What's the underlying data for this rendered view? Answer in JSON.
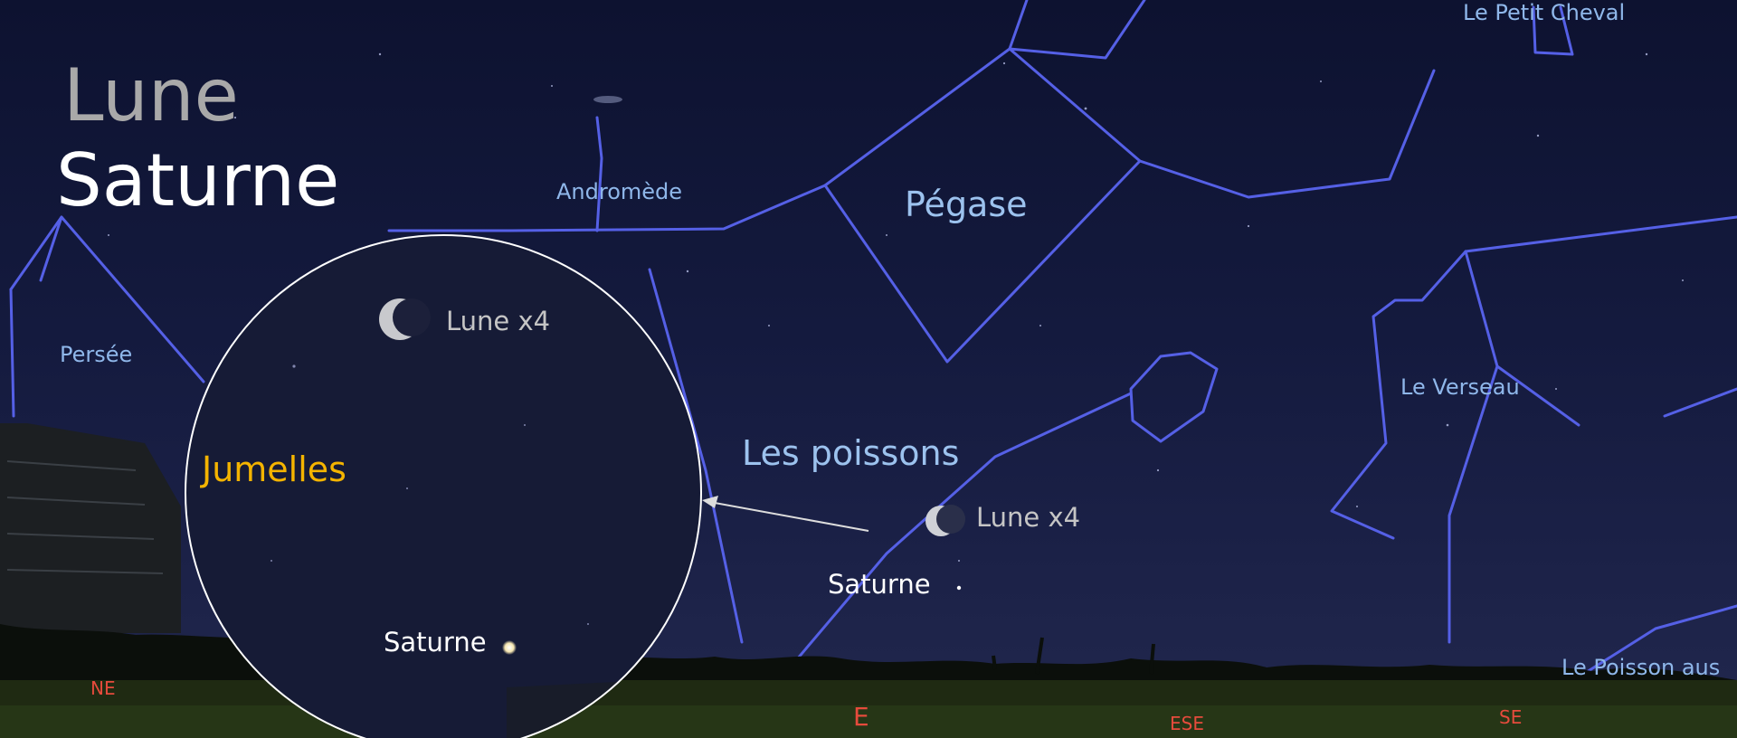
{
  "title": {
    "line1": "Lune",
    "line2": "Saturne"
  },
  "constellations": {
    "andromeda": "Andromède",
    "pegasus": "Pégase",
    "perseus": "Persée",
    "pisces": "Les poissons",
    "aquarius": "Le Verseau",
    "equuleus": "Le Petit Cheval",
    "piscis_austrinus": "Le Poisson aus"
  },
  "cardinals": {
    "ne": "NE",
    "e": "E",
    "ese": "ESE",
    "se": "SE"
  },
  "sky_objects": {
    "moon_label": "Lune x4",
    "saturn_label": "Saturne"
  },
  "binocular_view": {
    "label": "Jumelles",
    "moon_label": "Lune x4",
    "saturn_label": "Saturne"
  },
  "colors": {
    "constellation_lines": "#5560e6",
    "constellation_names": "#8fb7ea",
    "cardinals": "#e64b3c",
    "binoculars_label": "#f4b400",
    "sky": "#141a3e"
  }
}
